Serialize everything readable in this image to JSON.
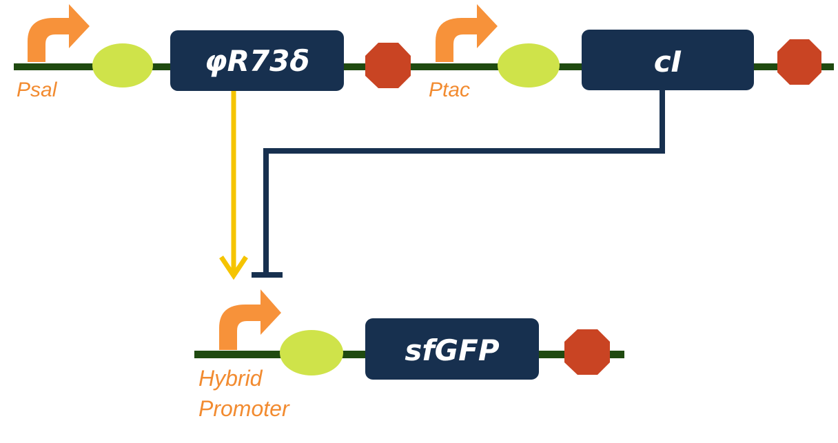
{
  "colors": {
    "dna": "#1f4a10",
    "promoter": "#f7923a",
    "promoter_text": "#f28b30",
    "rbs": "#cfe34a",
    "gene_box": "#17304f",
    "gene_text": "#ffffff",
    "terminator": "#c94423",
    "activation": "#f5c400",
    "repression": "#17304f"
  },
  "icons": {
    "promoter": "bent-arrow-promoter-icon",
    "rbs": "ellipse-rbs-icon",
    "terminator": "octagon-terminator-icon"
  },
  "constructs": {
    "top_left": {
      "promoter": "Psal",
      "gene": "φR73δ"
    },
    "top_right": {
      "promoter": "Ptac",
      "gene": "cI"
    },
    "bottom": {
      "promoter_line1": "Hybrid",
      "promoter_line2": "Promoter",
      "gene": "sfGFP"
    }
  },
  "regulation": [
    {
      "from": "φR73δ",
      "to": "Hybrid Promoter",
      "type": "activation"
    },
    {
      "from": "cI",
      "to": "Hybrid Promoter",
      "type": "repression"
    }
  ]
}
